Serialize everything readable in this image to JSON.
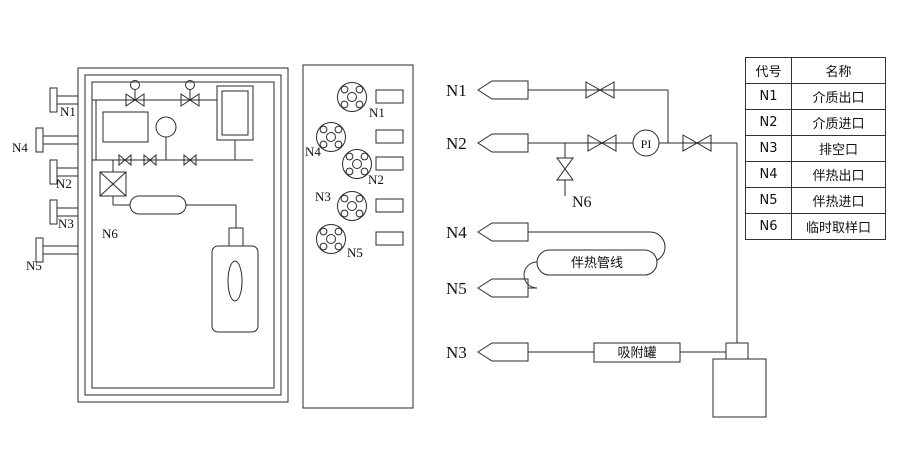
{
  "colors": {
    "ink": "#1a1a1a",
    "background": "#ffffff"
  },
  "icons": {
    "valve": "bowtie-valve",
    "flow_tag": "left-pointing-flag",
    "flange": "bolt-circle-flange",
    "pi": "circled-instrument"
  },
  "cabinet": {
    "nozzle_labels": {
      "n1": "N1",
      "n4": "N4",
      "n2": "N2",
      "n3": "N3",
      "n6": "N6",
      "n5": "N5"
    }
  },
  "panel": {
    "flange_labels": {
      "n1": "N1",
      "n4": "N4",
      "n2": "N2",
      "n3": "N3",
      "n5": "N5"
    }
  },
  "schematic": {
    "rows": [
      {
        "tag": "N1"
      },
      {
        "tag": "N2"
      },
      {
        "tag": "N4"
      },
      {
        "tag": "N5"
      },
      {
        "tag": "N3"
      }
    ],
    "n6_label": "N6",
    "pi_label": "PI",
    "heat_trace_label": "伴热管线",
    "adsorber_label": "吸附罐"
  },
  "table": {
    "headers": [
      "代号",
      "名称"
    ],
    "rows": [
      [
        "N1",
        "介质出口"
      ],
      [
        "N2",
        "介质进口"
      ],
      [
        "N3",
        "排空口"
      ],
      [
        "N4",
        "伴热出口"
      ],
      [
        "N5",
        "伴热进口"
      ],
      [
        "N6",
        "临时取样口"
      ]
    ]
  }
}
